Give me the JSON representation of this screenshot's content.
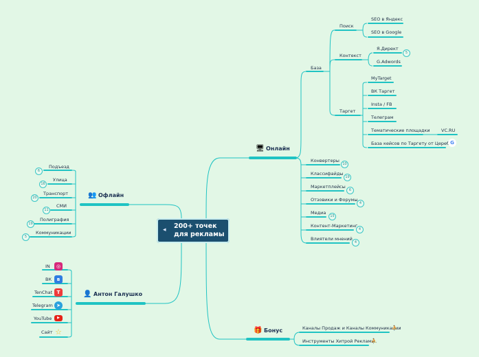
{
  "center": {
    "title": "200+ точек\nдля рекламы",
    "icon": "megaphone-icon"
  },
  "branches": {
    "online": {
      "label": "Онлайн",
      "icon": "monitor-icon",
      "base": {
        "label": "База",
        "search": {
          "label": "Поиск",
          "items": [
            "SEO в Яндекс",
            "SEO в Google"
          ]
        },
        "context": {
          "label": "Контекст",
          "items": [
            "Я.Директ",
            "G.Adwords"
          ],
          "badge": "5"
        },
        "target": {
          "label": "Таргет",
          "items": [
            "MyTarget",
            "ВК Таргет",
            "Insta / FB",
            "Телеграм",
            "Тематические площадки",
            "База кейсов по Таргету от Церебро"
          ],
          "sub": "VC.RU"
        }
      },
      "items": [
        {
          "label": "Конвертеры",
          "badge": "10"
        },
        {
          "label": "Классифайды",
          "badge": "19"
        },
        {
          "label": "Маркетплейсы",
          "badge": "6"
        },
        {
          "label": "Отзовики и Форумы",
          "badge": "4"
        },
        {
          "label": "Медиа",
          "badge": "15"
        },
        {
          "label": "Контент-Маркетинг",
          "badge": "4"
        },
        {
          "label": "Влиятели мнений",
          "badge": "4"
        }
      ]
    },
    "offline": {
      "label": "Офлайн",
      "icon": "people-icon",
      "items": [
        {
          "label": "Подъезд",
          "badge": "6"
        },
        {
          "label": "Улица",
          "badge": "16"
        },
        {
          "label": "Транспорт",
          "badge": "20"
        },
        {
          "label": "СМИ",
          "badge": "11"
        },
        {
          "label": "Полиграфия",
          "badge": "19"
        },
        {
          "label": "Коммуникации",
          "badge": "5"
        }
      ]
    },
    "author": {
      "label": "Антон Галушко",
      "icon": "person-icon",
      "items": [
        {
          "label": "IN",
          "icon": "instagram-icon",
          "glyph": "◎",
          "color": "#d6297a"
        },
        {
          "label": "ВК",
          "icon": "vk-icon",
          "glyph": "в",
          "color": "#2f7de1"
        },
        {
          "label": "TenChat",
          "icon": "tenchat-icon",
          "glyph": "T",
          "color": "#ef3b3b"
        },
        {
          "label": "Telegram",
          "icon": "telegram-icon",
          "glyph": "➤",
          "color": "#2ba1dd"
        },
        {
          "label": "YouTube",
          "icon": "youtube-icon",
          "glyph": "▶",
          "color": "#e62117"
        },
        {
          "label": "Сайт",
          "icon": "star-icon",
          "glyph": "☆",
          "color": "#f0c21a"
        }
      ]
    },
    "bonus": {
      "label": "Бонус",
      "icon": "gift-icon",
      "items": [
        "Каналы Продаж и Каналы Коммуникации",
        "Инструменты Хитрой Рекламы"
      ]
    }
  },
  "colors": {
    "line": "#1fc3c3",
    "center_bg": "#1b4f6f",
    "background": "#e2f7e6",
    "text": "#1c2c44"
  }
}
